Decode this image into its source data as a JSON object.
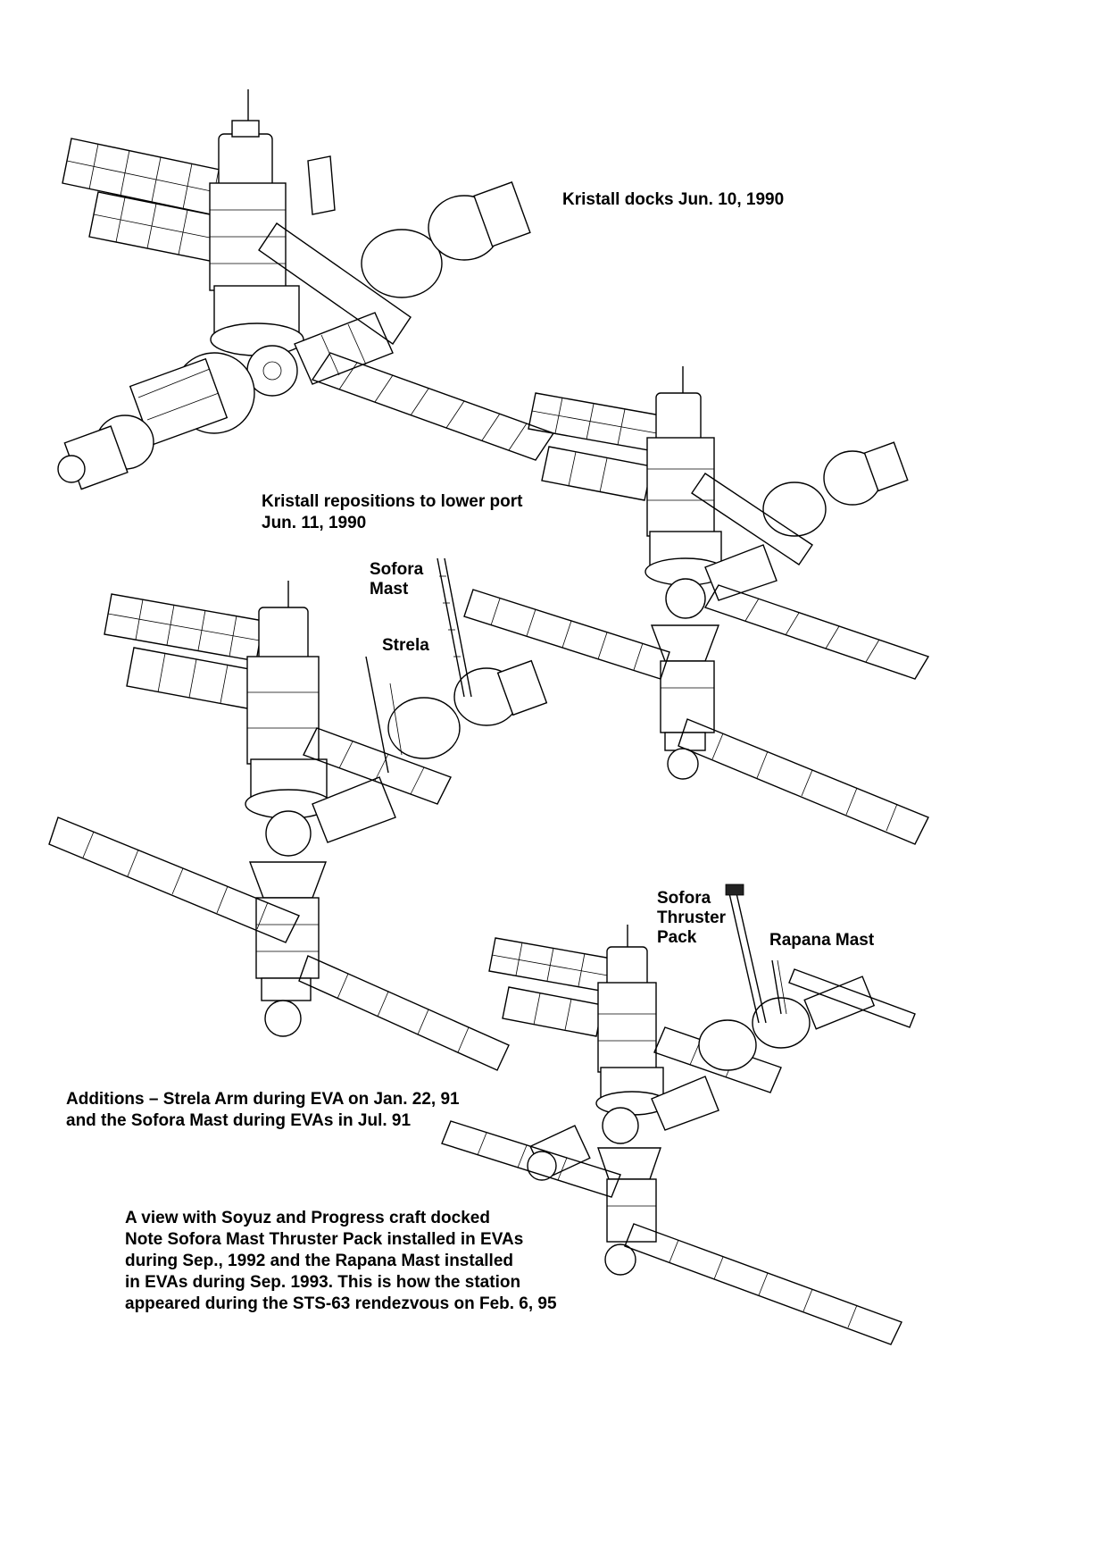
{
  "captions": {
    "stage1": "Kristall docks Jun. 10, 1990",
    "stage2_line1": "Kristall repositions to lower port",
    "stage2_line2": "Jun. 11, 1990",
    "stage3_line1": "Additions – Strela Arm during EVA on Jan. 22, 91",
    "stage3_line2": "and the Sofora Mast during EVAs in Jul. 91",
    "stage4_line1": "A view with Soyuz and Progress craft docked",
    "stage4_line2": "Note Sofora Mast Thruster Pack installed in EVAs",
    "stage4_line3": "during Sep., 1992 and the Rapana Mast installed",
    "stage4_line4": "in EVAs during Sep. 1993. This is how the station",
    "stage4_line5": "appeared during the STS-63 rendezvous on Feb. 6, 95"
  },
  "labels": {
    "sofora_mast_1": "Sofora",
    "sofora_mast_2": "Mast",
    "strela": "Strela",
    "sofora_thruster_1": "Sofora",
    "sofora_thruster_2": "Thruster",
    "sofora_thruster_3": "Pack",
    "rapana_mast": "Rapana Mast"
  }
}
